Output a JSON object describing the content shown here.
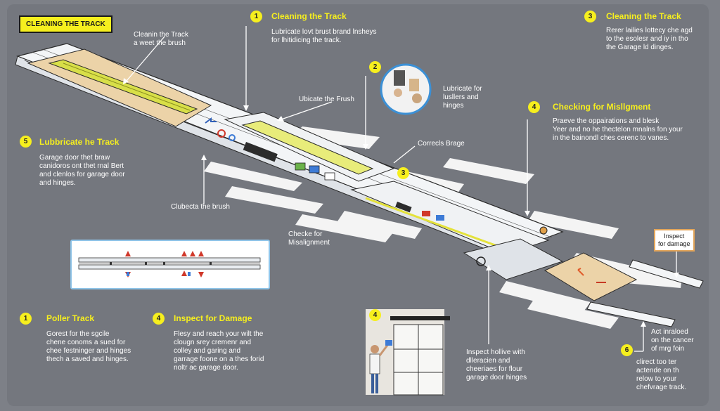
{
  "title_badge": "CLEANING THE TRACK",
  "callouts": [
    {
      "num": "1",
      "title": "Cleaning the Track",
      "body": "Lubricate lovt brust brand lnsheys\nfor lhitidicing the track."
    },
    {
      "num": "3",
      "title": "Cleaning the Track",
      "body": "Rerer lailies lottecy che agd\nto the esolesr and iy in tho\nthe Garage ld dinges."
    },
    {
      "num": "4",
      "title": "Checking for Misllgment",
      "body": "Praeve the oppairations and blesk\nYeer and no he thectelon mnalns fon your\nin the bainondl ches cerenc to vanes."
    },
    {
      "num": "5",
      "title": "Lubbricate he Track",
      "body": "Garage door thet braw\ncanidoros ont thet rnal Bert\nand clenlos for garage door\nand hinges."
    },
    {
      "num": "1",
      "title": "Poller Track",
      "body": "Gorest for the sgcile\nchene conoms a sued for\nchee festninger and hinges\nthech a saved and hinges."
    },
    {
      "num": "4",
      "title": "Inspect for Damage",
      "body": "Flesy and reach your wilt the\nclougn srey cremenr and\ncolley and garing and\ngarrage foone on a thes forid\nnoltr ac garage door."
    }
  ],
  "labels": {
    "clean_brush": "Cleanin the Track\na weet the brush",
    "lubricate_brush": "Ubicate the Frush",
    "lubricate_rollers": "Lubricate for\nlusllers and\nhinges",
    "corrects_brage": "Correcls Brage",
    "clubecta_brush": "Clubecta the brush",
    "checke_misalign": "Checke for\nMisalignment",
    "inspect_hollive": "Inspect hollive with\ndlleracien and\ncheeriaes for flour\ngarage door hinges",
    "inspect_damage_box": "Inspect\nfor damage",
    "act_inraloed": "Act inraloed\non the cancer\nof mrg foin",
    "clirect_too": "clirect too ter\nactende on th\nrelow to your\nchefvrage track."
  },
  "badges": {
    "two": "2",
    "three": "3",
    "six": "6",
    "four_photo": "4"
  }
}
